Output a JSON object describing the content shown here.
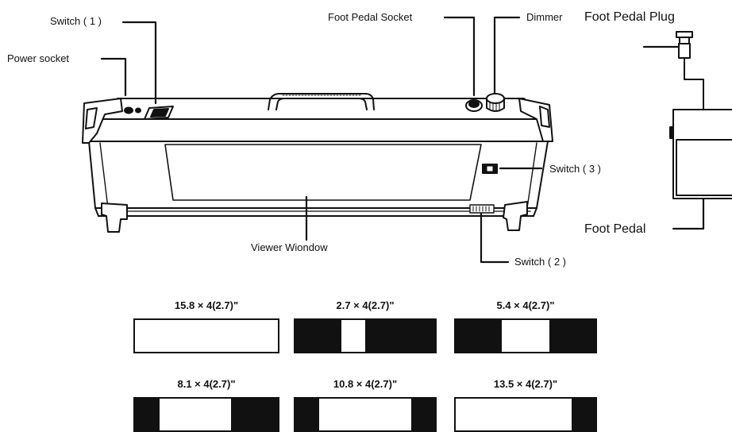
{
  "callouts": {
    "switch_1": "Switch ( 1 )",
    "power_socket": "Power socket",
    "foot_pedal_socket": "Foot Pedal Socket",
    "dimmer": "Dimmer",
    "foot_pedal_plug": "Foot Pedal Plug",
    "switch_3": "Switch ( 3 )",
    "viewer_window": "Viewer Wiondow",
    "switch_2": "Switch ( 2 )",
    "foot_pedal": "Foot Pedal"
  },
  "window_sizes": [
    {
      "label": "15.8 × 4(2.7)\"",
      "open_from": 0.0,
      "open_to": 1.0
    },
    {
      "label": "2.7 × 4(2.7)\"",
      "open_from": 0.33,
      "open_to": 0.5
    },
    {
      "label": "5.4 × 4(2.7)\"",
      "open_from": 0.33,
      "open_to": 0.67
    },
    {
      "label": "8.1 × 4(2.7)\"",
      "open_from": 0.17,
      "open_to": 0.67
    },
    {
      "label": "10.8 × 4(2.7)\"",
      "open_from": 0.17,
      "open_to": 0.83
    },
    {
      "label": "13.5 × 4(2.7)\"",
      "open_from": 0.0,
      "open_to": 0.83
    }
  ],
  "colors": {
    "line": "#111111",
    "background": "#ffffff"
  }
}
